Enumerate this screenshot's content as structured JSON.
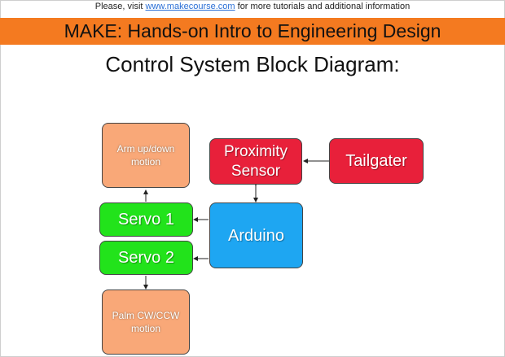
{
  "header": {
    "note_prefix": "Please, visit ",
    "note_link": "www.makecourse.com",
    "note_suffix": " for more tutorials and additional information",
    "banner_title": "MAKE: Hands-on Intro to Engineering Design"
  },
  "slide": {
    "title": "Control System Block Diagram:"
  },
  "blocks": {
    "arm": {
      "line1": "Arm up/down",
      "line2": "motion"
    },
    "proximity": {
      "line1": "Proximity",
      "line2": "Sensor"
    },
    "tailgater": {
      "label": "Tailgater"
    },
    "servo1": {
      "label": "Servo 1"
    },
    "servo2": {
      "label": "Servo 2"
    },
    "arduino": {
      "label": "Arduino"
    },
    "palm": {
      "line1": "Palm CW/CCW",
      "line2": "motion"
    }
  },
  "colors": {
    "banner": "#f47a20",
    "peach_block": "#f9a878",
    "red_block": "#e8203a",
    "green_block": "#22e31b",
    "blue_block": "#1ea6f2",
    "link": "#2a6fd6"
  }
}
